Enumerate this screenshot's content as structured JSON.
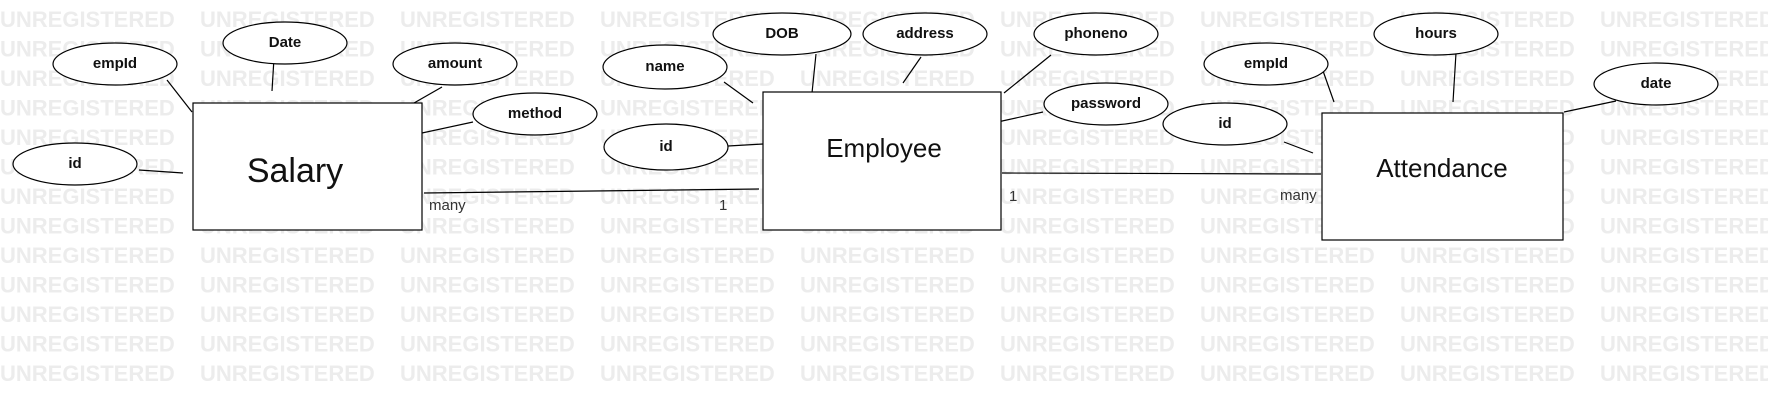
{
  "watermark": {
    "text": "UNREGISTERED",
    "color": "#ececec"
  },
  "entities": [
    {
      "id": "salary",
      "label": "Salary"
    },
    {
      "id": "employee",
      "label": "Employee"
    },
    {
      "id": "attendance",
      "label": "Attendance"
    }
  ],
  "attributes": [
    {
      "id": "sal-empid",
      "label": "empId",
      "entity": "salary"
    },
    {
      "id": "sal-date",
      "label": "Date",
      "entity": "salary"
    },
    {
      "id": "sal-amount",
      "label": "amount",
      "entity": "salary"
    },
    {
      "id": "sal-method",
      "label": "method",
      "entity": "salary"
    },
    {
      "id": "sal-id",
      "label": "id",
      "entity": "salary"
    },
    {
      "id": "emp-name",
      "label": "name",
      "entity": "employee"
    },
    {
      "id": "emp-dob",
      "label": "DOB",
      "entity": "employee"
    },
    {
      "id": "emp-address",
      "label": "address",
      "entity": "employee"
    },
    {
      "id": "emp-phoneno",
      "label": "phoneno",
      "entity": "employee"
    },
    {
      "id": "emp-password",
      "label": "password",
      "entity": "employee"
    },
    {
      "id": "emp-id",
      "label": "id",
      "entity": "employee"
    },
    {
      "id": "att-empid",
      "label": "empId",
      "entity": "attendance"
    },
    {
      "id": "att-hours",
      "label": "hours",
      "entity": "attendance"
    },
    {
      "id": "att-date",
      "label": "date",
      "entity": "attendance"
    },
    {
      "id": "att-id",
      "label": "id",
      "entity": "attendance"
    }
  ],
  "relationships": [
    {
      "from": "salary",
      "to": "employee",
      "from_cardinality": "many",
      "to_cardinality": "1"
    },
    {
      "from": "employee",
      "to": "attendance",
      "from_cardinality": "1",
      "to_cardinality": "many"
    }
  ]
}
